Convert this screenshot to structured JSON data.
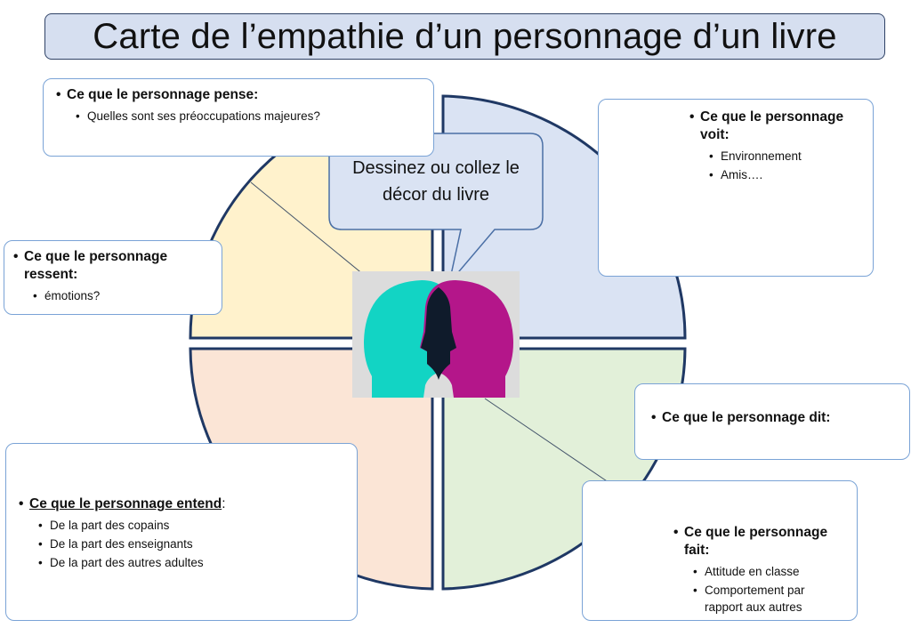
{
  "title": "Carte de l’empathie d’un personnage d’un livre",
  "center_bubble": "Dessinez ou collez le décor du livre",
  "quadrant_colors": {
    "top_left": "#fff2cc",
    "top_right": "#dae3f3",
    "bottom_left": "#fbe5d6",
    "bottom_right": "#e2f0d9",
    "outline": "#1f3864"
  },
  "head_colors": {
    "left": "#12d4c4",
    "right": "#b4168a",
    "overlap": "#0f1b2b"
  },
  "sections": {
    "pense": {
      "heading": "Ce que le personnage pense:",
      "items": [
        "Quelles sont ses préoccupations majeures?"
      ]
    },
    "ressent": {
      "heading": "Ce que le personnage ressent:",
      "items": [
        "émotions?"
      ]
    },
    "voit": {
      "heading": "Ce que le personnage voit:",
      "items": [
        "Environnement",
        "Amis…."
      ]
    },
    "dit": {
      "heading": "Ce que le personnage dit:",
      "items": []
    },
    "entend": {
      "heading": "Ce que le personnage entend",
      "heading_suffix": ":",
      "items": [
        "De la part des copains",
        "De la part des enseignants",
        "De la part des autres adultes"
      ]
    },
    "fait": {
      "heading": "Ce que le personnage fait:",
      "items": [
        "Attitude en classe",
        "Comportement par rapport aux autres"
      ]
    }
  }
}
